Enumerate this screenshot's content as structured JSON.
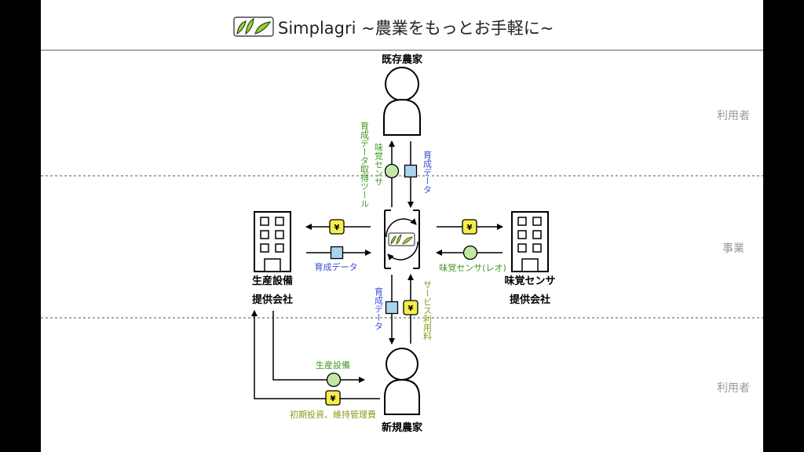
{
  "title": "Simplagri ~農業をもっとお手軽に~",
  "zones": {
    "top": "利用者",
    "middle": "事業",
    "bottom": "利用者"
  },
  "nodes": {
    "existing_farmer": "既存農家",
    "new_farmer": "新規農家",
    "equipment_line1": "生産設備",
    "equipment_line2": "提供会社",
    "sensor_line1": "味覚センサ",
    "sensor_line2": "提供会社"
  },
  "flows": {
    "growth_tool": "育成データ取得ツール",
    "taste_sensor_vertical": "味覚センサ",
    "growth_data_down": "育成データ",
    "growth_data_left": "育成データ",
    "taste_sensor_leo": "味覚センサ(レオ)",
    "growth_data_bottom": "育成データ",
    "service_fee": "サービス利用料",
    "equipment": "生産設備",
    "investment": "初期投資、維持管理費"
  },
  "symbols": {
    "yen": "¥"
  },
  "colors": {
    "green_text": "#3f9a1f",
    "blue_text": "#3d4fd4",
    "olive_text": "#8a9a1a",
    "yen_fill": "#f5ee4b",
    "data_fill": "#a9d3ee",
    "sensor_fill": "#c3e8a4"
  }
}
